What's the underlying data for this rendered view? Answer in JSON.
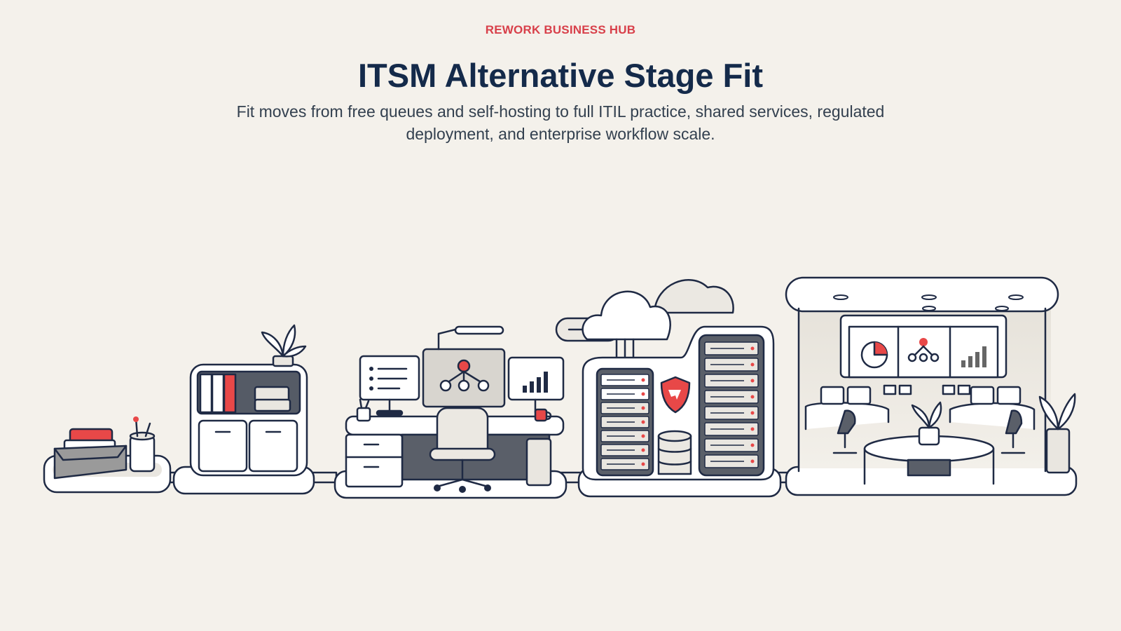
{
  "header": {
    "eyebrow": "REWORK BUSINESS HUB",
    "title": "ITSM Alternative Stage Fit",
    "subtitle": "Fit moves from free queues and self-hosting to full ITIL practice, shared services, regulated deployment, and enterprise workflow scale."
  },
  "colors": {
    "background": "#f4f1eb",
    "accent": "#e84848",
    "ink": "#1f2a44",
    "title": "#142a4a"
  },
  "stages": [
    {
      "name": "inbox-tray-stage",
      "icon": "inbox-tray-icon"
    },
    {
      "name": "filing-cabinet-stage",
      "icon": "filing-cabinet-icon"
    },
    {
      "name": "workstation-desk-stage",
      "icon": "workstation-icon"
    },
    {
      "name": "cloud-server-rack-stage",
      "icon": "server-rack-icon"
    },
    {
      "name": "enterprise-office-stage",
      "icon": "office-floor-icon"
    }
  ]
}
